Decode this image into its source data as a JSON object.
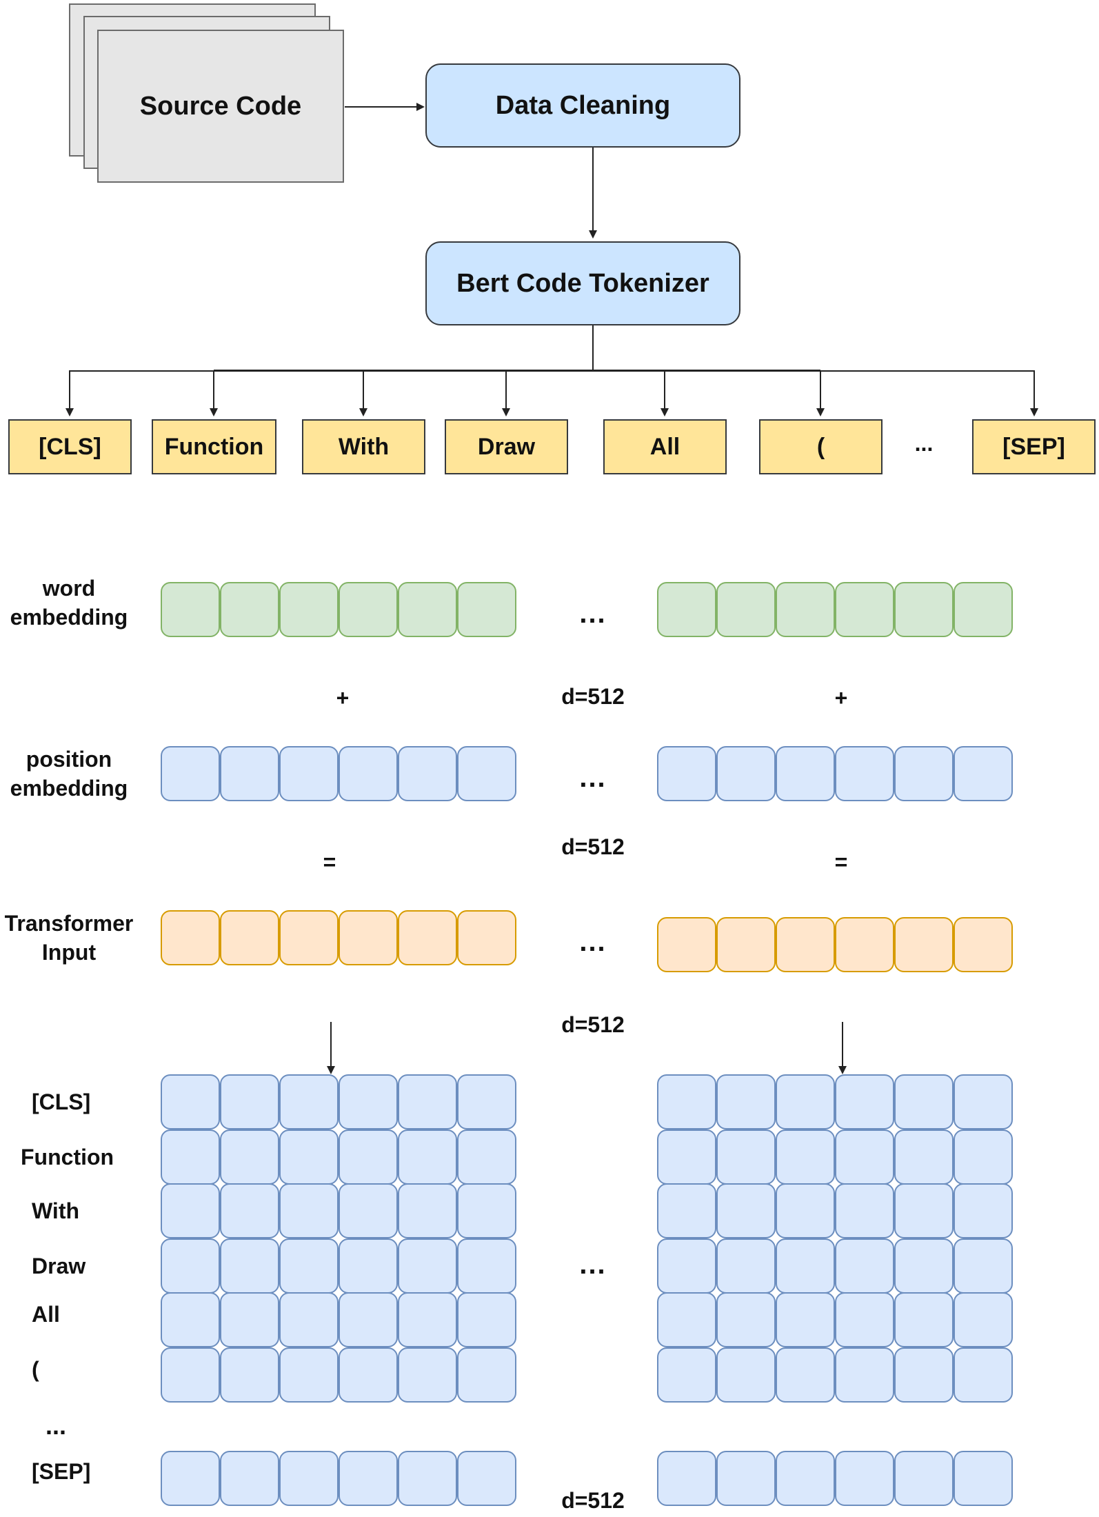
{
  "pipeline": {
    "source": "Source Code",
    "cleaning": "Data Cleaning",
    "tokenizer": "Bert Code Tokenizer"
  },
  "tokens": [
    "[CLS]",
    "Function",
    "With",
    "Draw",
    "All",
    "(",
    "[SEP]"
  ],
  "tokens_ellipsis": "...",
  "rows": {
    "word": "word\nembedding",
    "position": "position\nembedding",
    "transformer": "Transformer\nInput"
  },
  "operators": {
    "plus": "+",
    "equals": "="
  },
  "dim_label": "d=512",
  "ellipsis": "...",
  "output_labels": [
    "[CLS]",
    "Function",
    "With",
    "Draw",
    "All",
    "(",
    "...",
    "[SEP]"
  ],
  "colors": {
    "word": "#d5e8d4",
    "position": "#dae8fc",
    "transformer": "#ffe6cc",
    "process": "#cce5ff",
    "token": "#ffe599"
  }
}
